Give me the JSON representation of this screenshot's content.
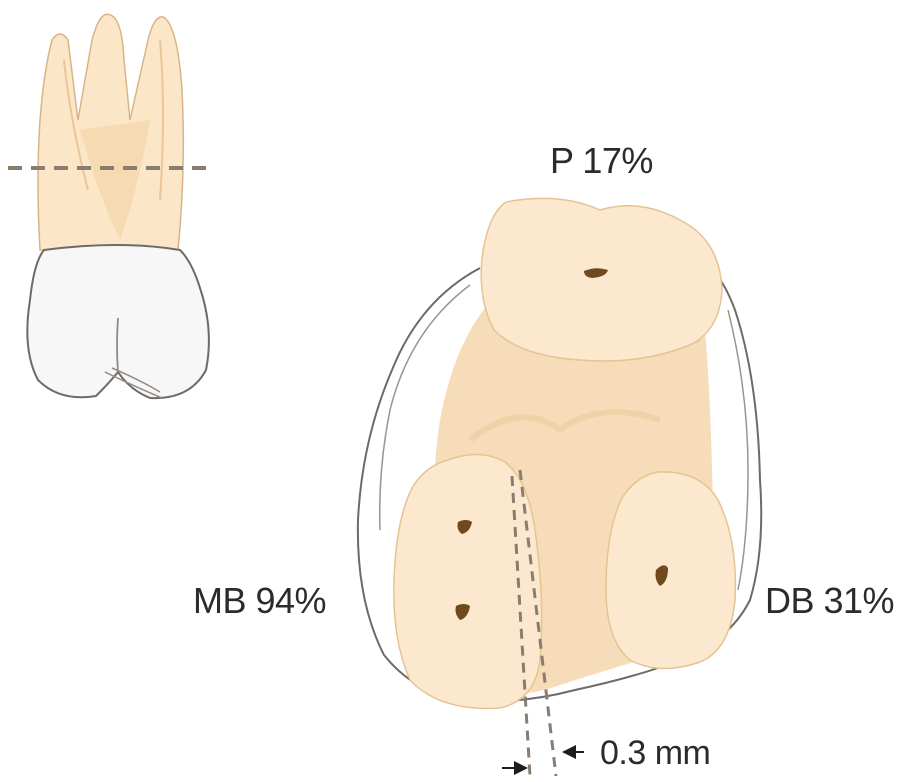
{
  "labels": {
    "palatal": "P 17%",
    "mesiobuccal": "MB 94%",
    "distobuccal": "DB 31%",
    "distance": "0.3 mm"
  },
  "colors": {
    "root": "#f6dcb9",
    "root_light": "#fbecd8",
    "root_deep": "#f1cc9e",
    "crown": "#f4f4f4",
    "outline": "#6f6a66",
    "dashed_line": "#8a7d70",
    "canal": "#6e4a1e",
    "text": "#2b2b2b"
  },
  "icons": [
    "molar-tooth-icon",
    "arrow-right-icon",
    "arrow-left-icon"
  ]
}
